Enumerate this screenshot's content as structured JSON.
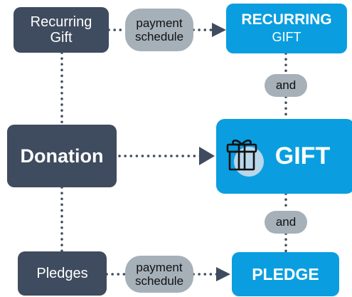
{
  "nodes": {
    "recurring_gift": {
      "line1": "Recurring",
      "line2": "Gift"
    },
    "donation": {
      "label": "Donation"
    },
    "pledges": {
      "label": "Pledges"
    },
    "recurring_gift_out": {
      "line1": "RECURRING",
      "line2": "GIFT"
    },
    "gift": {
      "label": "GIFT",
      "icon": "gift-icon"
    },
    "pledge": {
      "label": "PLEDGE"
    }
  },
  "connectors": {
    "schedule_top": {
      "line1": "payment",
      "line2": "schedule"
    },
    "schedule_bottom": {
      "line1": "payment",
      "line2": "schedule"
    },
    "and_top": {
      "label": "and"
    },
    "and_bottom": {
      "label": "and"
    }
  },
  "colors": {
    "dark_node": "#3f4b5e",
    "blue_node": "#0a9ee0",
    "pill": "#a6b0b9",
    "dotted_line": "#3f4b5e"
  }
}
